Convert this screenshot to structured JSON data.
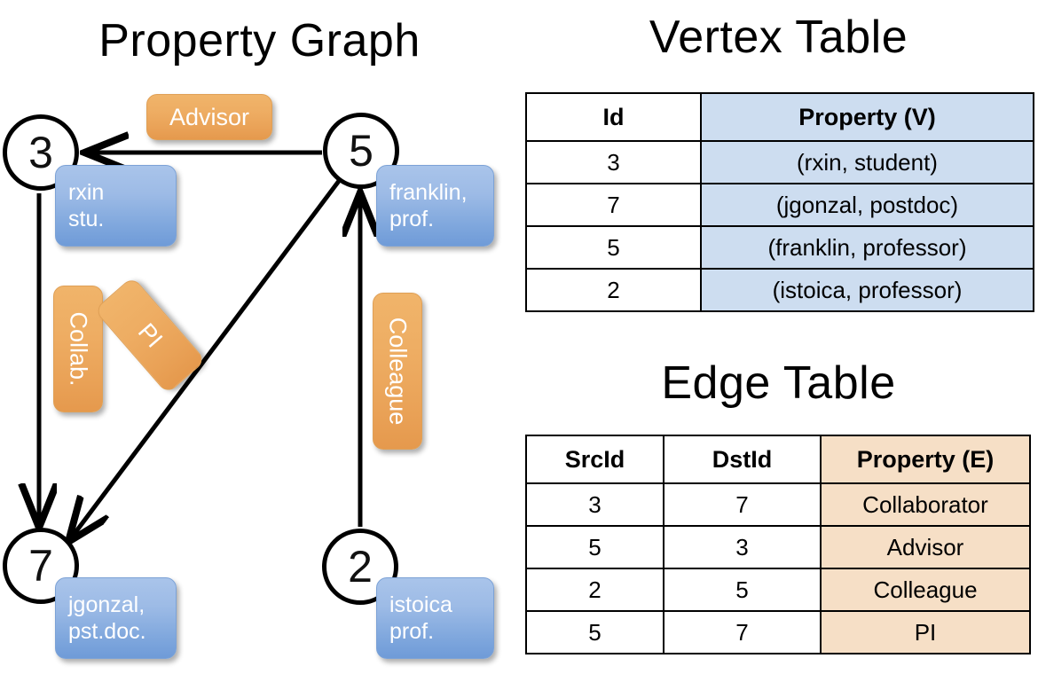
{
  "titles": {
    "property_graph": "Property Graph",
    "vertex_table": "Vertex Table",
    "edge_table": "Edge Table"
  },
  "graph": {
    "nodes": [
      {
        "id": "3",
        "name": "rxin",
        "role": "stu.",
        "label_line1": "rxin",
        "label_line2": "stu."
      },
      {
        "id": "5",
        "name": "franklin",
        "role": "prof.",
        "label_line1": "franklin,",
        "label_line2": "prof."
      },
      {
        "id": "7",
        "name": "jgonzal",
        "role": "pst.doc.",
        "label_line1": "jgonzal,",
        "label_line2": "pst.doc."
      },
      {
        "id": "2",
        "name": "istoica",
        "role": "prof.",
        "label_line1": "istoica",
        "label_line2": "prof."
      }
    ],
    "edge_labels": {
      "advisor": "Advisor",
      "collab": "Collab.",
      "pi": "PI",
      "colleague": "Colleague"
    },
    "edges": [
      {
        "from": "5",
        "to": "3",
        "label": "Advisor"
      },
      {
        "from": "3",
        "to": "7",
        "label": "Collab."
      },
      {
        "from": "5",
        "to": "7",
        "label": "PI"
      },
      {
        "from": "2",
        "to": "5",
        "label": "Colleague"
      }
    ]
  },
  "vertex_table": {
    "headers": [
      "Id",
      "Property (V)"
    ],
    "rows": [
      {
        "id": "3",
        "property": "(rxin, student)"
      },
      {
        "id": "7",
        "property": "(jgonzal, postdoc)"
      },
      {
        "id": "5",
        "property": "(franklin, professor)"
      },
      {
        "id": "2",
        "property": "(istoica, professor)"
      }
    ]
  },
  "edge_table": {
    "headers": [
      "SrcId",
      "DstId",
      "Property (E)"
    ],
    "rows": [
      {
        "src": "3",
        "dst": "7",
        "property": "Collaborator"
      },
      {
        "src": "5",
        "dst": "3",
        "property": "Advisor"
      },
      {
        "src": "2",
        "dst": "5",
        "property": "Colleague"
      },
      {
        "src": "5",
        "dst": "7",
        "property": "PI"
      }
    ]
  },
  "colors": {
    "vertex_property_fill": "#cdddf0",
    "edge_property_fill": "#f6dfc6",
    "node_box_blue": "#7fa7dd",
    "edge_label_orange": "#eead63",
    "stroke": "#000000"
  }
}
